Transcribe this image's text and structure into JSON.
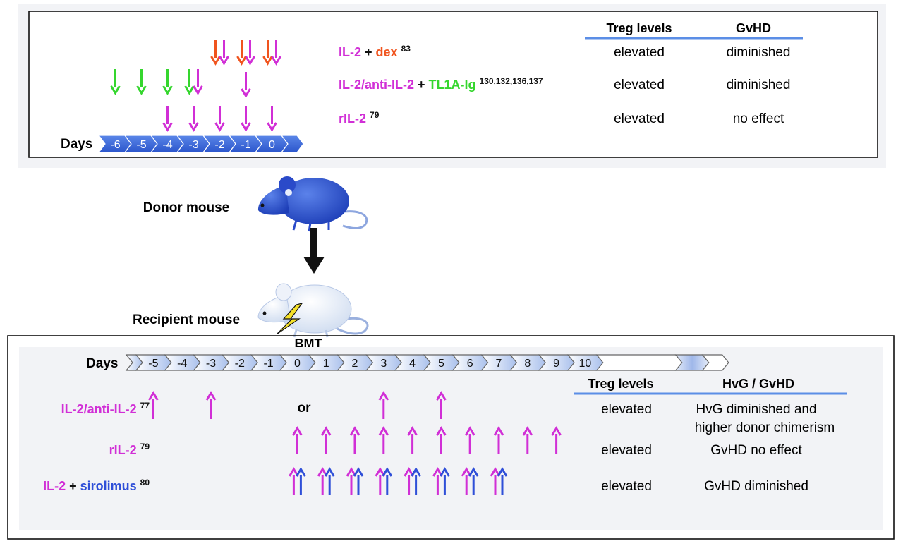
{
  "colors": {
    "il2": "#d12fd6",
    "dex": "#f0541e",
    "tl1a": "#35d62e",
    "sirolimus": "#2f4fd8",
    "chevron_dark": "#3060d8",
    "chevron_light": "#b8ccee",
    "header_line": "#5b8ee6",
    "arrow_black": "#111111",
    "mouse_blue": "#2f55d4",
    "panel_bg": "#f2f4f7"
  },
  "top_panel": {
    "days_label": "Days",
    "days": [
      "-6",
      "-5",
      "-4",
      "-3",
      "-2",
      "-1",
      "0"
    ],
    "columns": {
      "treg": "Treg levels",
      "gvhd": "GvHD"
    },
    "rows": [
      {
        "parts": [
          {
            "text": "IL-2",
            "color": "il2"
          },
          {
            "text": " + ",
            "color": "plain"
          },
          {
            "text": "dex",
            "color": "dex"
          }
        ],
        "ref": "83",
        "treg": "elevated",
        "effect": "diminished"
      },
      {
        "parts": [
          {
            "text": "IL-2/anti-IL-2",
            "color": "il2"
          },
          {
            "text": " + ",
            "color": "plain"
          },
          {
            "text": "TL1A-Ig",
            "color": "tl1a"
          }
        ],
        "ref": "130,132,136,137",
        "treg": "elevated",
        "effect": "diminished"
      },
      {
        "parts": [
          {
            "text": "rIL-2",
            "color": "il2"
          }
        ],
        "ref": "79",
        "treg": "elevated",
        "effect": "no effect"
      }
    ]
  },
  "middle": {
    "donor_label": "Donor mouse",
    "recipient_label": "Recipient mouse",
    "bmt_label": "BMT"
  },
  "bottom_panel": {
    "days_label": "Days",
    "days": [
      "-5",
      "-4",
      "-3",
      "-2",
      "-1",
      "0",
      "1",
      "2",
      "3",
      "4",
      "5",
      "6",
      "7",
      "8",
      "9",
      "10"
    ],
    "columns": {
      "treg": "Treg levels",
      "effect": "HvG / GvHD"
    },
    "or_label": "or",
    "rows": [
      {
        "parts": [
          {
            "text": "IL-2/anti-IL-2",
            "color": "il2"
          }
        ],
        "ref": "77",
        "treg": "elevated",
        "effect": "HvG diminished and",
        "effect2": "higher donor chimerism"
      },
      {
        "parts": [
          {
            "text": "rIL-2",
            "color": "il2"
          }
        ],
        "ref": "79",
        "treg": "elevated",
        "effect": "GvHD no effect"
      },
      {
        "parts": [
          {
            "text": "IL-2",
            "color": "il2"
          },
          {
            "text": " + ",
            "color": "plain"
          },
          {
            "text": "sirolimus",
            "color": "sirolimus"
          }
        ],
        "ref": "80",
        "treg": "elevated",
        "effect": "GvHD diminished"
      }
    ]
  }
}
